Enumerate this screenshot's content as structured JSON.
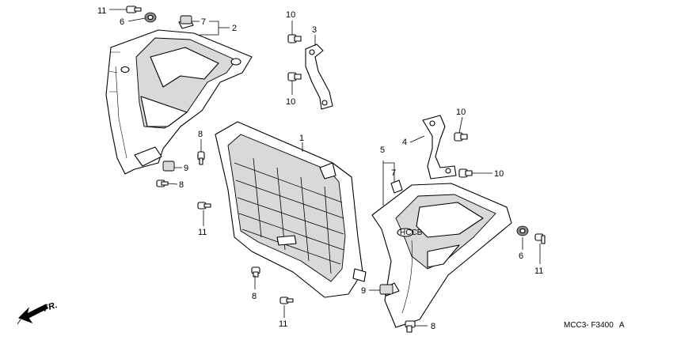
{
  "diagram": {
    "code": "MCC3- F3400",
    "code_suffix": "A",
    "direction_label": "FR.",
    "labels": {
      "l11_tl": "11",
      "l6_tl": "6",
      "l7_top": "7",
      "l2": "2",
      "l10_a": "10",
      "l3": "3",
      "l10_b": "10",
      "l1": "1",
      "l8_a": "8",
      "l9_a": "9",
      "l8_b": "8",
      "l11_a": "11",
      "l4": "4",
      "l10_c": "10",
      "l10_d": "10",
      "l5": "5",
      "l7_mid": "7",
      "l6_r": "6",
      "l11_r": "11",
      "l8_c": "8",
      "l11_b": "11",
      "l9_b": "9",
      "l8_d": "8"
    },
    "colors": {
      "line": "#000000",
      "fill": "#ffffff",
      "shade": "#d9d9d9"
    }
  }
}
